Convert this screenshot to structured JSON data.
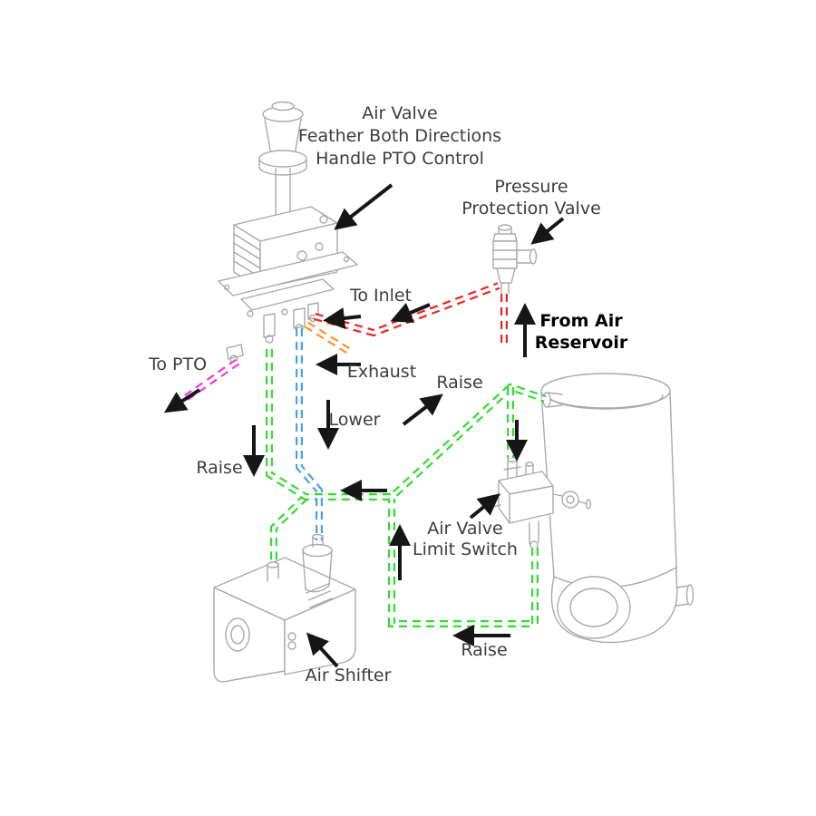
{
  "diagram": {
    "labels": {
      "air_valve_1": "Air Valve",
      "air_valve_2": "Feather Both Directions",
      "air_valve_3": "Handle PTO Control",
      "pressure_valve_1": "Pressure",
      "pressure_valve_2": "Protection Valve",
      "to_inlet": "To Inlet",
      "from_air_1": "From Air",
      "from_air_2": "Reservoir",
      "to_pto": "To PTO",
      "exhaust": "Exhaust",
      "raise_left": "Raise",
      "lower": "Lower",
      "raise_upper": "Raise",
      "limit_switch_1": "Air Valve",
      "limit_switch_2": "Limit Switch",
      "raise_bottom": "Raise",
      "air_shifter": "Air Shifter"
    },
    "colors": {
      "red": "#ea2323",
      "green": "#35d935",
      "blue": "#4aa0e8",
      "orange": "#ff9122",
      "magenta": "#e93cd2",
      "arrow": "#161616",
      "art": "#a9a9a9",
      "text": "#3c3c3c"
    }
  }
}
